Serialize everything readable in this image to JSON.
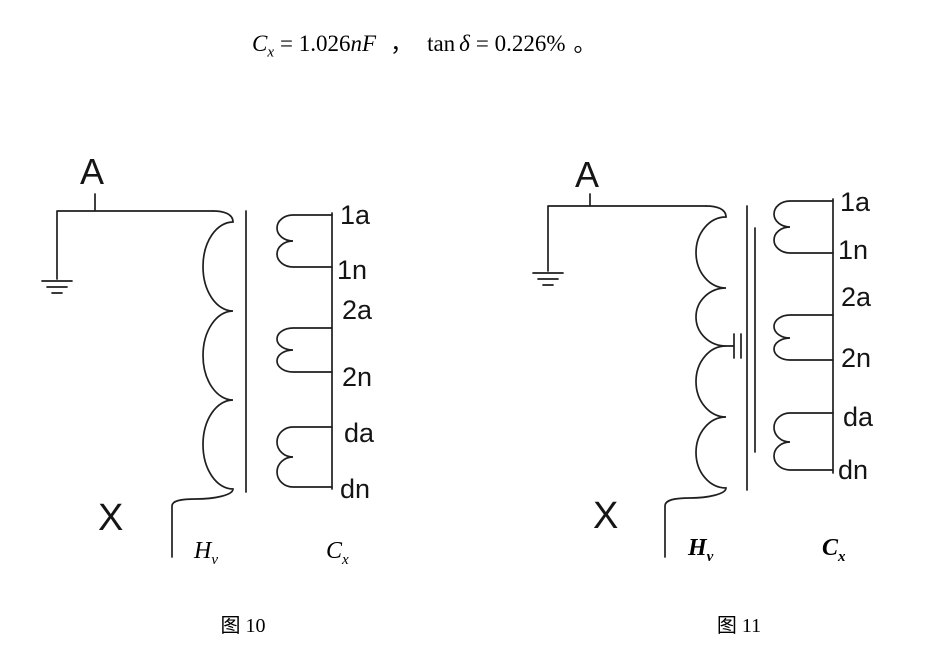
{
  "formula": {
    "cap_c": "C",
    "cap_c_sub": "x",
    "equals_value": "= 1.026",
    "unit": "nF",
    "comma": "，",
    "tan": "tan",
    "delta": "δ",
    "equals_value2": "= 0.226%",
    "period": "。"
  },
  "fig10": {
    "terminal_a": "A",
    "terminal_x": "X",
    "hv_winding_label": "H",
    "hv_winding_sub": "v",
    "cx_label": "C",
    "cx_sub": "x",
    "secondary_terminals": [
      "1a",
      "1n",
      "2a",
      "2n",
      "da",
      "dn"
    ],
    "caption": "图 10"
  },
  "fig11": {
    "terminal_a": "A",
    "terminal_x": "X",
    "hv_winding_label": "H",
    "hv_winding_sub": "v",
    "cx_label": "C",
    "cx_sub": "x",
    "secondary_terminals": [
      "1a",
      "1n",
      "2a",
      "2n",
      "da",
      "dn"
    ],
    "caption": "图 11"
  }
}
